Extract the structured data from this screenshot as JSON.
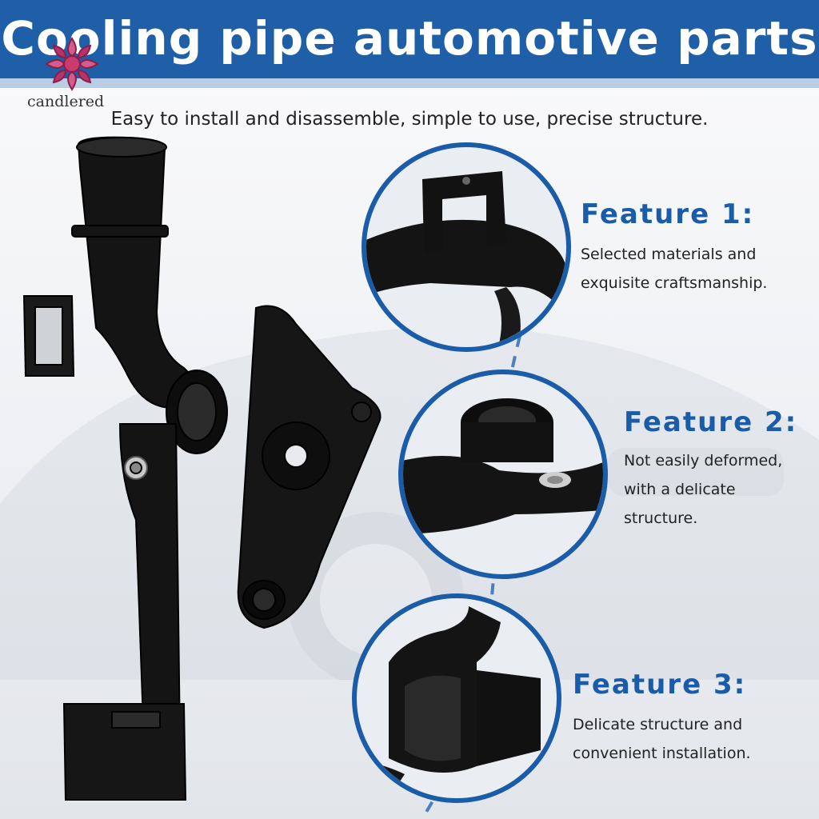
{
  "header": {
    "title": "Cooling pipe automotive parts",
    "color": "#1e5fa8"
  },
  "brand": {
    "name": "candlered",
    "logo_icon": "flower-mandala-icon"
  },
  "subtitle": "Easy to install and disassemble, simple to use, precise structure.",
  "features": [
    {
      "title": "Feature 1:",
      "lines": [
        "Selected materials and",
        "exquisite craftsmanship."
      ]
    },
    {
      "title": "Feature 2:",
      "lines": [
        "Not easily deformed,",
        "with a delicate",
        "structure."
      ]
    },
    {
      "title": "Feature 3:",
      "lines": [
        "Delicate structure and",
        "convenient installation."
      ]
    }
  ],
  "accent_color": "#1b5ca8",
  "product_color": "#111111"
}
